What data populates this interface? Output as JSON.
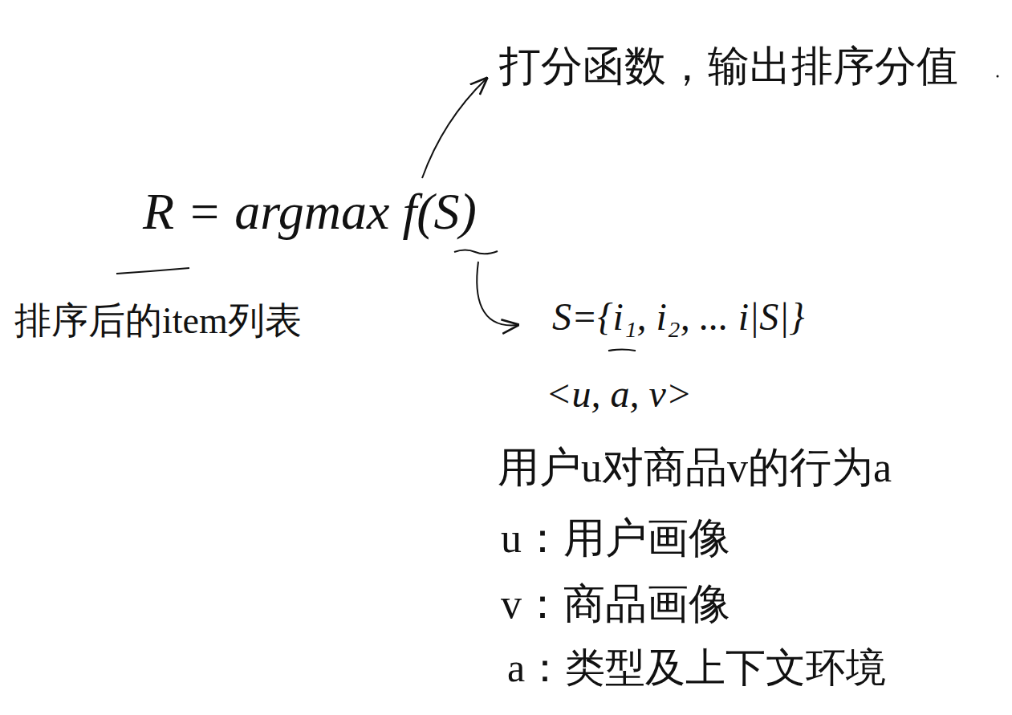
{
  "diagram": {
    "labels": [
      "R = argmax f(S)",
      "打分函数，输出排序分值",
      "排序后的item列表",
      "S={i₁, i₂, ... i|S|}",
      "<u, a, v>",
      "用户u对商品v的行为a",
      "u：用户画像",
      "v：商品画像",
      "a：类型及上下文环境"
    ]
  }
}
